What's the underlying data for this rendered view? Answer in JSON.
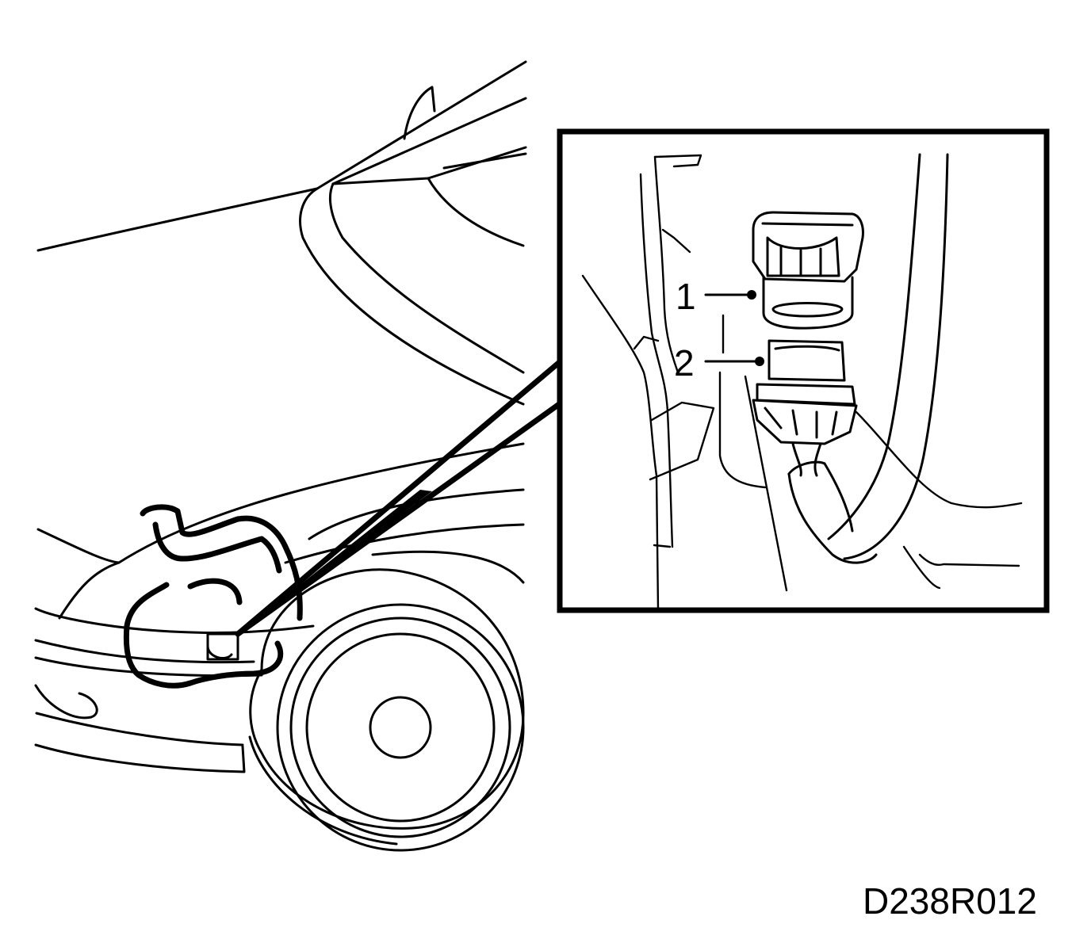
{
  "callouts": [
    {
      "number": "1"
    },
    {
      "number": "2"
    }
  ],
  "figure_code": "D238R012"
}
